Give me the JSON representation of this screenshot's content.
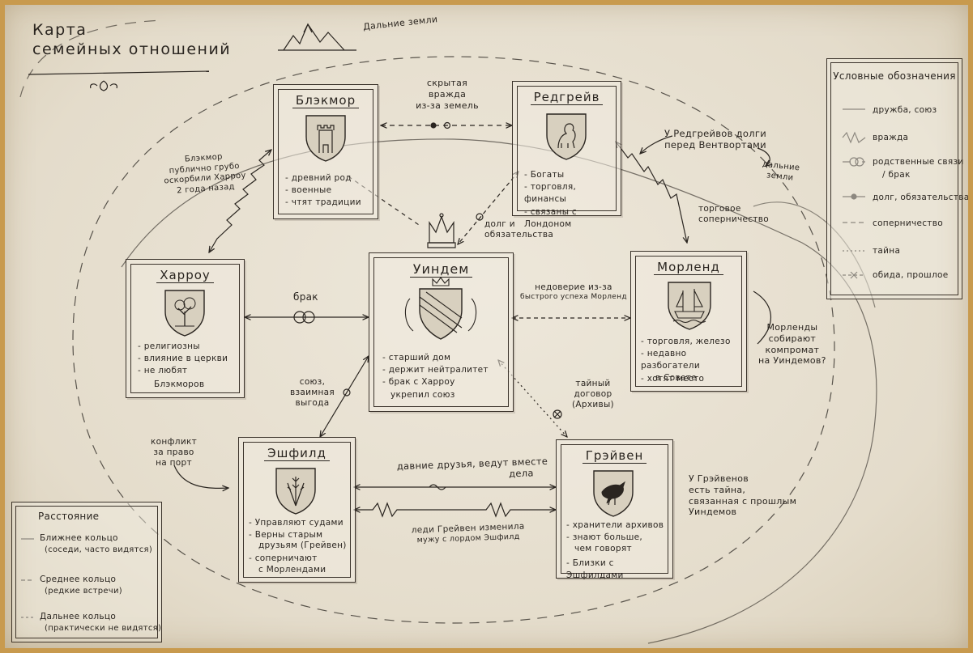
{
  "title": {
    "line1": "Карта",
    "line2": "семейных отношений"
  },
  "far_lands_label": "Дальние земли",
  "families": {
    "blackmore": {
      "name": "Блэкмор",
      "traits": [
        "древний род",
        "военные",
        "чтят традиции"
      ]
    },
    "redgrave": {
      "name": "Редгрейв",
      "traits": [
        "Богаты",
        "торговля, финансы",
        "связаны с Лондоном"
      ]
    },
    "harrow": {
      "name": "Харроу",
      "traits": [
        "религиозны",
        "влияние в церкви",
        "не любят",
        "Блэкморов"
      ]
    },
    "windem": {
      "name": "Уиндем",
      "traits": [
        "старший дом",
        "держит нейтралитет",
        "брак с Харроу",
        "укрепил союз"
      ]
    },
    "morland": {
      "name": "Морленд",
      "traits": [
        "торговля, железо",
        "недавно разбогатели",
        "хотят место",
        "в Совете"
      ]
    },
    "ashfield": {
      "name": "Эшфилд",
      "traits": [
        "Управляют судами",
        "Верны старым",
        "друзьям (Грейвен)",
        "соперничают",
        "с Морлендами"
      ]
    },
    "graven": {
      "name": "Грэйвен",
      "traits": [
        "хранители архивов",
        "знают больше,",
        "чем говорят",
        "Близки с Эшфилдами"
      ]
    }
  },
  "relations": {
    "hidden_feud": [
      "скрытая",
      "вражда",
      "из-за земель"
    ],
    "blackmore_insult": [
      "Блэкмор",
      "публично грубо",
      "оскорбили Харроу",
      "2 года назад"
    ],
    "redgrave_debts": [
      "У Редгрейвов долги",
      "перед Вентвортами"
    ],
    "far_lands_note": [
      "дальние",
      "земли"
    ],
    "trade_rivalry": [
      "торговое",
      "соперничество"
    ],
    "debt_obligations": [
      "долг и",
      "обязательства"
    ],
    "marriage": "брак",
    "distrust": [
      "недоверие из-за",
      "быстрого успеха Морленд"
    ],
    "alliance": [
      "союз,",
      "взаимная",
      "выгода"
    ],
    "secret_treaty": [
      "тайный",
      "договор",
      "(Архивы)"
    ],
    "port_conflict": [
      "конфликт",
      "за право",
      "на порт"
    ],
    "old_friends": [
      "давние друзья, ведут вместе",
      "дела"
    ],
    "betrayal": [
      "леди Грейвен изменила",
      "мужу с лордом Эшфилд"
    ],
    "morland_compromat": [
      "Морленды",
      "собирают",
      "компромат",
      "на Уиндемов?"
    ],
    "graven_secret": [
      "У Грэйвенов",
      "есть тайна,",
      "связанная с прошлым",
      "Уиндемов"
    ]
  },
  "legend": {
    "title": "Условные обозначения",
    "items": [
      "дружба, союз",
      "вражда",
      "родственные связи",
      "/ брак",
      "долг, обязательства",
      "соперничество",
      "тайна",
      "обида, прошлое"
    ]
  },
  "distance": {
    "title": "Расстояние",
    "items": [
      {
        "name": "Ближнее кольцо",
        "note": "(соседи, часто видятся)"
      },
      {
        "name": "Среднее кольцо",
        "note": "(редкие встречи)"
      },
      {
        "name": "Дальнее кольцо",
        "note": "(практически не видятся)"
      }
    ]
  },
  "colors": {
    "ink": "#2a2520",
    "paper": "#e9e2d4",
    "frame": "#c89a4e"
  }
}
